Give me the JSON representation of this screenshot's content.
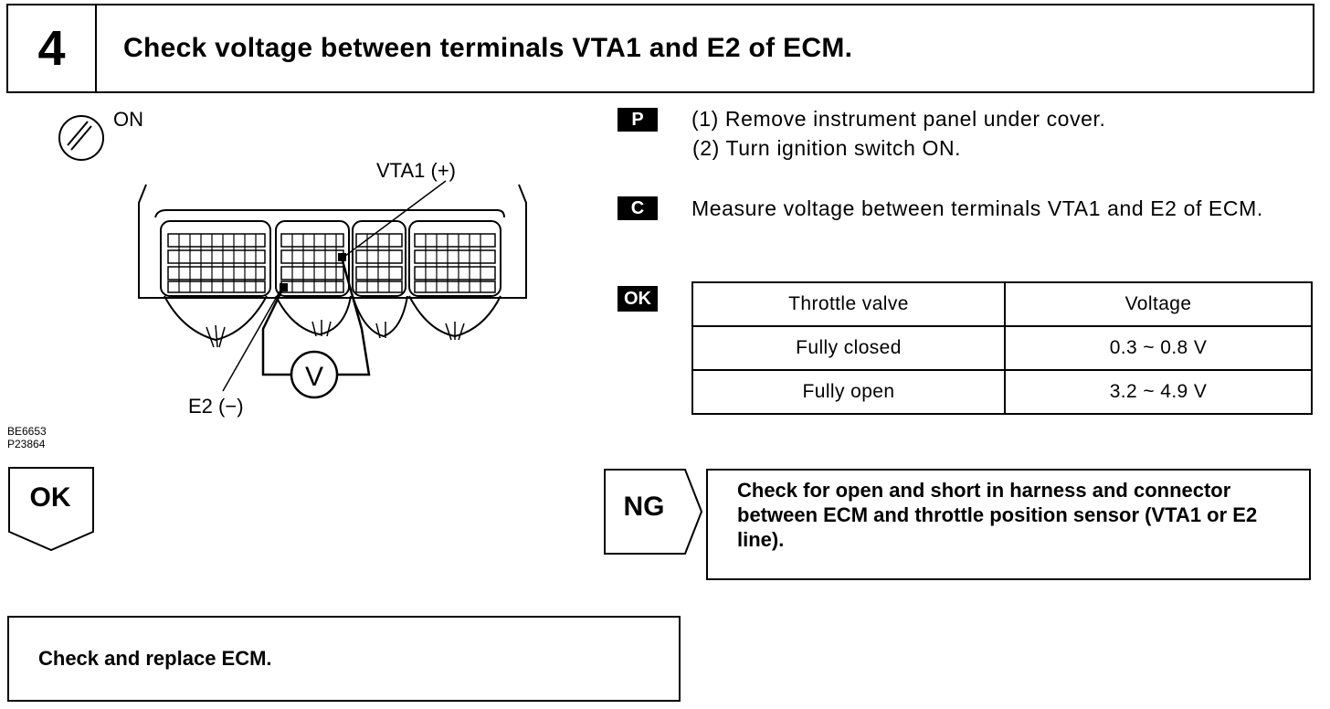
{
  "header": {
    "step_number": "4",
    "title": "Check voltage between terminals VTA1 and E2 of ECM."
  },
  "diagram": {
    "ignition_label": "ON",
    "vta1_label": "VTA1 (+)",
    "e2_label": "E2 (−)",
    "meter_symbol": "V",
    "figure_codes": [
      "BE6653",
      "P23864"
    ],
    "icons": [
      "ignition-key-icon",
      "ecm-connector-illustration",
      "voltmeter-icon"
    ]
  },
  "procedure": {
    "prep_badge": "P",
    "prep_steps": [
      "(1) Remove instrument panel under cover.",
      "(2) Turn ignition switch ON."
    ],
    "check_badge": "C",
    "check_text": "Measure voltage between terminals VTA1 and E2 of ECM.",
    "ok_badge": "OK"
  },
  "spec_table": {
    "headers": [
      "Throttle valve",
      "Voltage"
    ],
    "rows": [
      [
        "Fully closed",
        "0.3 ~ 0.8 V"
      ],
      [
        "Fully open",
        "3.2 ~ 4.9 V"
      ]
    ]
  },
  "results": {
    "ok_label": "OK",
    "ng_label": "NG",
    "ng_action": "Check for open and short in harness and connector between ECM and throttle position sensor (VTA1 or E2 line).",
    "ok_action": "Check and replace ECM."
  }
}
